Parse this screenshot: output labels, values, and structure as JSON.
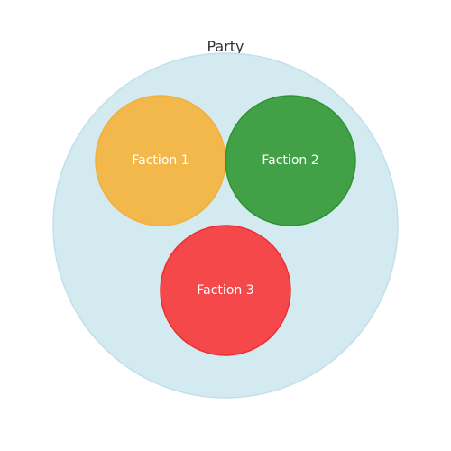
{
  "title": "Party",
  "outer": {
    "color": "#d4eaf1",
    "stroke": "#c3dfe9"
  },
  "factions": [
    {
      "label": "Faction 1",
      "color": "#f2b84b",
      "stroke": "#f0b03a"
    },
    {
      "label": "Faction 2",
      "color": "#42a046",
      "stroke": "#2f9233"
    },
    {
      "label": "Faction 3",
      "color": "#f4484b",
      "stroke": "#ee2e31"
    }
  ]
}
